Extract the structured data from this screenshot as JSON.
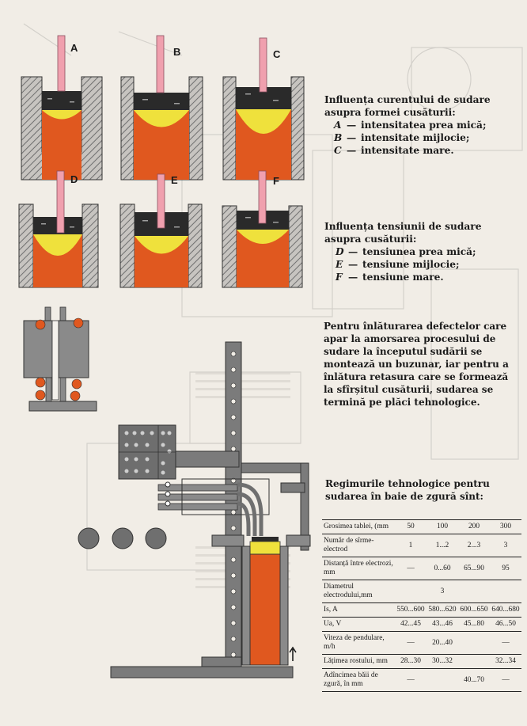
{
  "panels": {
    "labels": [
      "A",
      "B",
      "C",
      "D",
      "E",
      "F"
    ]
  },
  "current_influence": {
    "title": "Influența curentului de sudare asupra formei cusăturii:",
    "items": [
      {
        "letter": "A",
        "text": "intensitatea prea mică;"
      },
      {
        "letter": "B",
        "text": "intensitate mijlocie;"
      },
      {
        "letter": "C",
        "text": "intensitate mare."
      }
    ]
  },
  "voltage_influence": {
    "title": "Influența tensiunii de sudare asupra cusăturii:",
    "items": [
      {
        "letter": "D",
        "text": "tensiunea prea mică;"
      },
      {
        "letter": "E",
        "text": "tensiune mijlocie;"
      },
      {
        "letter": "F",
        "text": "tensiune mare."
      }
    ]
  },
  "defects_text": "Pentru înlăturarea defectelor care apar la amorsarea procesului de sudare la începutul sudării se montează un buzunar, iar pentru a înlătura retasura care se formează la sfîrșitul cusăturii, sudarea se termină pe plăci tehnologice.",
  "regime": {
    "title": "Regimurile tehnologice pentru sudarea în baie de zgură sînt:",
    "rows": [
      {
        "param": "Grosimea tablei, (mm",
        "values": [
          "50",
          "100",
          "200",
          "300"
        ]
      },
      {
        "param": "Număr de sîrme-electrod",
        "values": [
          "1",
          "1...2",
          "2...3",
          "3"
        ]
      },
      {
        "param": "Distanță între electrozi, mm",
        "values": [
          "—",
          "0...60",
          "65...90",
          "95"
        ]
      },
      {
        "param": "Diametrul electrodului,mm",
        "values": [
          "",
          "3",
          "",
          ""
        ]
      },
      {
        "param": "Is, A",
        "values": [
          "550...600",
          "580...620",
          "600...650",
          "640...680"
        ]
      },
      {
        "param": "Ua, V",
        "values": [
          "42...45",
          "43...46",
          "45...80",
          "46...50"
        ]
      },
      {
        "param": "Viteza de pendulare, m/h",
        "values": [
          "—",
          "20...40",
          "",
          "—"
        ]
      },
      {
        "param": "Lățimea rostului, mm",
        "values": [
          "28...30",
          "30...32",
          "",
          "32...34"
        ]
      },
      {
        "param": "Adîncimea băii de zgură, în mm",
        "values": [
          "—",
          "",
          "40...70",
          "—"
        ]
      }
    ]
  },
  "colors": {
    "metal": "#e0581f",
    "pool": "#efe13c",
    "slag": "#2a2a2a",
    "electrode": "#f0a0ae",
    "hatch": "#9a9a9a",
    "column": "#7b7b7b",
    "background": "#f1ede6"
  }
}
